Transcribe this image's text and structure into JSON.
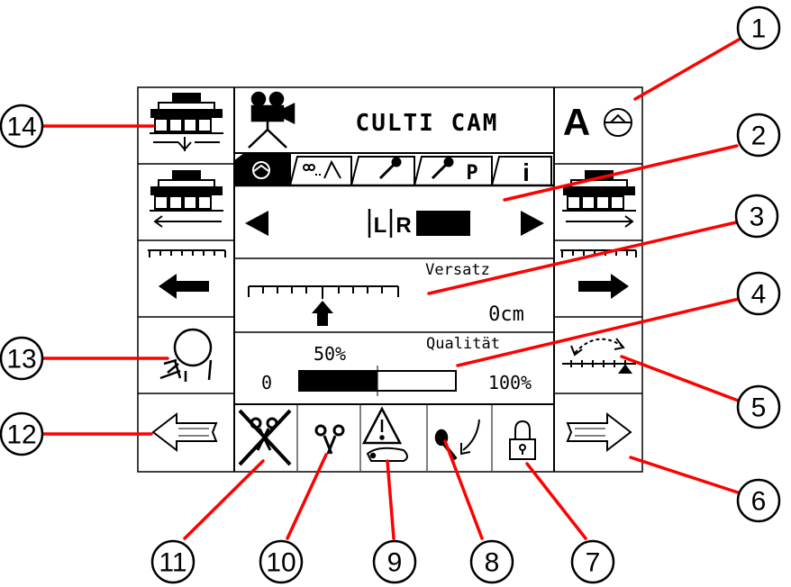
{
  "header": {
    "title": "CULTI CAM",
    "mode_letter": "A"
  },
  "tabs": [
    {
      "name": "tab-auto",
      "label": ""
    },
    {
      "name": "tab-sensor",
      "label": ""
    },
    {
      "name": "tab-tools",
      "label": ""
    },
    {
      "name": "tab-tools-p",
      "label": "P"
    },
    {
      "name": "tab-info",
      "label": "i"
    }
  ],
  "sensor_select": {
    "left": "L",
    "right": "R"
  },
  "offset": {
    "label": "Versatz",
    "value": "0cm"
  },
  "quality": {
    "label": "Qualität",
    "current": "50%",
    "min": "0",
    "max": "100%",
    "fill_fraction": 0.5
  },
  "callouts": [
    "1",
    "2",
    "3",
    "4",
    "5",
    "6",
    "7",
    "8",
    "9",
    "10",
    "11",
    "12",
    "13",
    "14"
  ],
  "colors": {
    "line": "#000000",
    "callout_line": "#ff0000",
    "background": "#ffffff"
  }
}
